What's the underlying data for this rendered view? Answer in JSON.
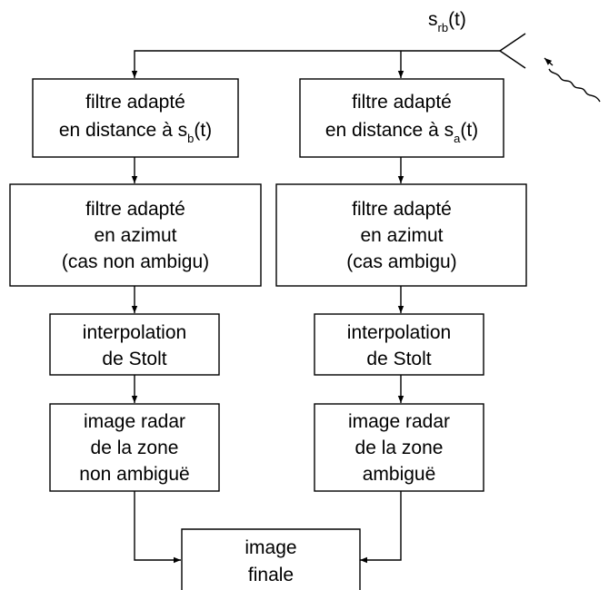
{
  "diagram": {
    "signal": {
      "main": "s",
      "sub": "rb",
      "tail": "(t)"
    },
    "left": {
      "matched_range": {
        "line1": "filtre adapté",
        "line2_prefix": "en distance à s",
        "line2_sub": "b",
        "line2_tail": "(t)"
      },
      "azimuth": {
        "line1": "filtre adapté",
        "line2": "en azimut",
        "line3": "(cas non ambigu)"
      },
      "stolt": {
        "line1": "interpolation",
        "line2": "de Stolt"
      },
      "image": {
        "line1": "image radar",
        "line2": "de la zone",
        "line3": "non ambiguë"
      }
    },
    "right": {
      "matched_range": {
        "line1": "filtre adapté",
        "line2_prefix": "en distance à s",
        "line2_sub": "a",
        "line2_tail": "(t)"
      },
      "azimuth": {
        "line1": "filtre adapté",
        "line2": "en azimut",
        "line3": "(cas ambigu)"
      },
      "stolt": {
        "line1": "interpolation",
        "line2": "de Stolt"
      },
      "image": {
        "line1": "image radar",
        "line2": "de la zone",
        "line3": "ambiguë"
      }
    },
    "final": {
      "line1": "image",
      "line2": "finale"
    }
  }
}
